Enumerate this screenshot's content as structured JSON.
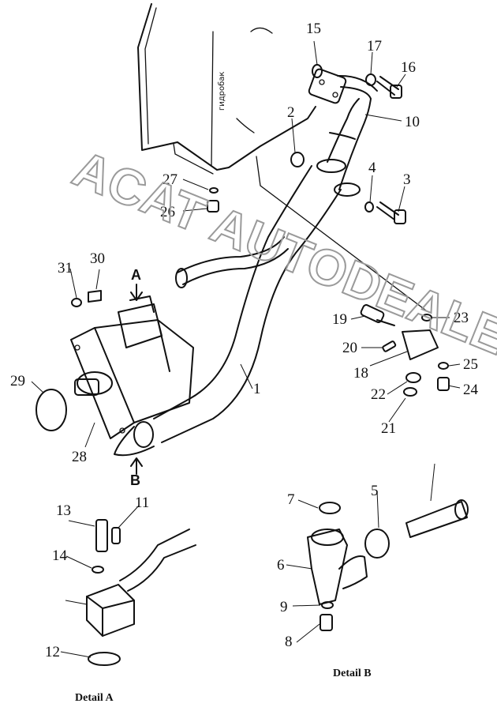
{
  "diagram": {
    "tank_label": "гидробак",
    "watermark": "ACAT AUTODEALER.RU",
    "view_marker_a": "A",
    "view_marker_b": "B",
    "detail_a_caption": "Detail A",
    "detail_b_caption": "Detail B",
    "part_numbers": [
      "1",
      "2",
      "3",
      "4",
      "5",
      "6",
      "7",
      "8",
      "9",
      "10",
      "11",
      "12",
      "13",
      "14",
      "15",
      "16",
      "17",
      "18",
      "19",
      "20",
      "21",
      "22",
      "23",
      "24",
      "25",
      "26",
      "27",
      "28",
      "29",
      "30",
      "31"
    ]
  }
}
